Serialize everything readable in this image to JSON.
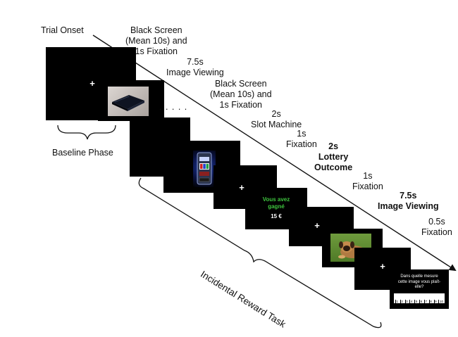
{
  "timeline": {
    "trial_onset": "Trial Onset",
    "ellipsis": ". . . . .",
    "fixation_symbol": "+",
    "events": [
      {
        "lines": [
          "Black Screen",
          "(Mean 10s) and",
          "1s Fixation"
        ],
        "bold": false
      },
      {
        "lines": [
          "7.5s",
          "Image Viewing"
        ],
        "bold": false
      },
      {
        "lines": [
          "Black Screen",
          "(Mean 10s) and",
          "1s Fixation"
        ],
        "bold": false
      },
      {
        "lines": [
          "2s",
          "Slot Machine"
        ],
        "bold": false
      },
      {
        "lines": [
          "1s",
          "Fixation"
        ],
        "bold": false
      },
      {
        "lines": [
          "2s",
          "Lottery",
          "Outcome"
        ],
        "bold": true
      },
      {
        "lines": [
          "1s",
          "Fixation"
        ],
        "bold": false
      },
      {
        "lines": [
          "7.5s",
          "Image Viewing"
        ],
        "bold": true
      },
      {
        "lines": [
          "0.5s",
          "Fixation"
        ],
        "bold": false
      }
    ]
  },
  "phases": {
    "baseline": "Baseline Phase",
    "reward_task": "Incidental Reward Task"
  },
  "screens": {
    "book_image": "book-photo",
    "slot_machine_image": "slot-machine-photo",
    "lottery_outcome": {
      "line1": "Vous avez",
      "line2": "gagné",
      "amount": "15 €",
      "text_color": "#3ec43e"
    },
    "puppy_image": "puppy-photo",
    "rating": {
      "question_lines": [
        "Dans quelle mesure",
        "cette image vous plaît-",
        "elle?"
      ],
      "scale": [
        "1",
        "2",
        "3",
        "4",
        "5",
        "6",
        "7",
        "8",
        "9",
        "10"
      ]
    }
  },
  "colors": {
    "screen": "#000000",
    "lottery_text": "#3ec43e"
  }
}
